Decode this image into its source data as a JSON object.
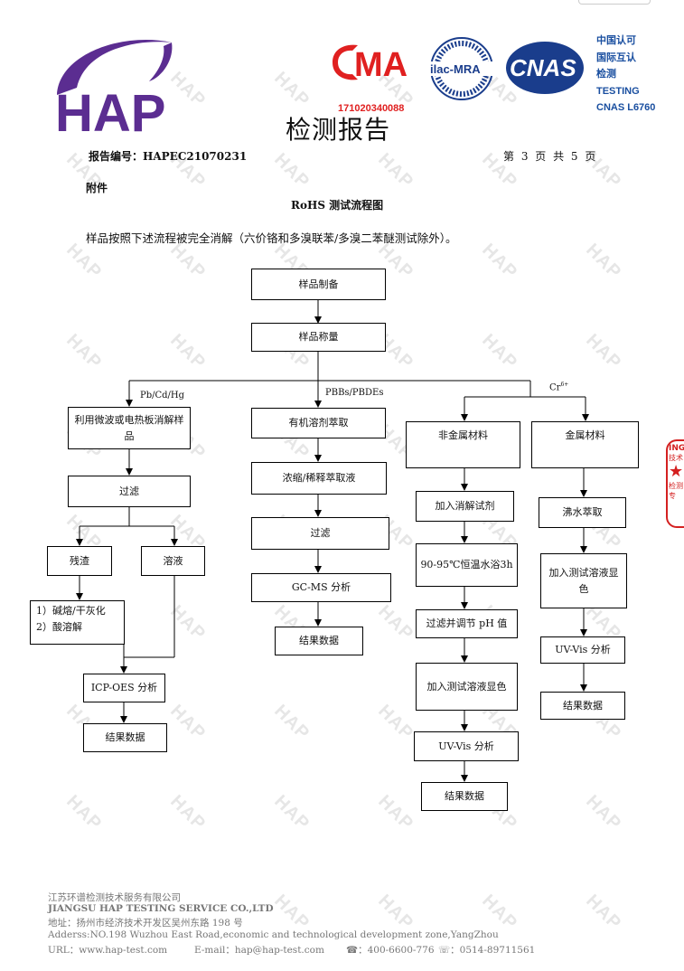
{
  "header": {
    "logo_text": "HAP",
    "cma_text": "MA",
    "cma_number": "171020340088",
    "ilac_text": "ilac-MRA",
    "cnas_text": "CNAS",
    "accreditation_lines": [
      "中国认可",
      "国际互认",
      "检测",
      "TESTING",
      "CNAS L6760"
    ],
    "title": "检测报告"
  },
  "report": {
    "number_label": "报告编号：HAPEC21070231",
    "page_info": "第 3 页 共 5 页",
    "section": "附件",
    "chart_title": "RoHS  测试流程图",
    "intro": "样品按照下述流程被完全消解（六价铬和多溴联苯/多溴二苯醚测试除外）。"
  },
  "flow": {
    "sample_prep": "样品制备",
    "sample_weigh": "样品称量",
    "branch_labels": {
      "pb": "Pb/Cd/Hg",
      "pbb": "PBBs/PBDEs",
      "cr": "Cr",
      "cr_sup": "6+"
    },
    "left": {
      "digest": "利用微波或电热板消解样品",
      "filter": "过滤",
      "residue": "残渣",
      "solution": "溶液",
      "residue_steps": [
        "1）碱熔/干灰化",
        "2）酸溶解"
      ],
      "icp": "ICP-OES 分析",
      "result": "结果数据"
    },
    "middle": {
      "extract": "有机溶剂萃取",
      "concentrate": "浓缩/稀释萃取液",
      "filter": "过滤",
      "gcms": "GC-MS 分析",
      "result": "结果数据"
    },
    "cr_nonmetal": {
      "title": "非金属材料",
      "add_reagent": "加入消解试剂",
      "bath": "90-95℃恒温水浴3h",
      "filter_ph": "过滤并调节 pH 值",
      "add_color": "加入测试溶液显色",
      "uv": "UV-Vis 分析",
      "result": "结果数据"
    },
    "cr_metal": {
      "title": "金属材料",
      "boil": "沸水萃取",
      "add_color": "加入测试溶液显色",
      "uv": "UV-Vis 分析",
      "result": "结果数据"
    }
  },
  "footer": {
    "company_cn": "江苏环谱检测技术服务有限公司",
    "company_en": "JIANGSU HAP TESTING SERVICE CO.,LTD",
    "address_cn": "地址：扬州市经济技术开发区吴州东路 198 号",
    "address_en": "Adderss:NO.198 Wuzhou East Road,economic and technological development zone,YangZhou",
    "url": "URL：www.hap-test.com",
    "email": "E-mail：hap@hap-test.com",
    "phone": "：400-6600-776",
    "fax": "：0514-89711561"
  },
  "side_stamp": {
    "line1": "ING",
    "line2": "技术",
    "line3": "检测专"
  },
  "colors": {
    "brand_purple": "#5b2d91",
    "cma_red": "#e02020",
    "cnas_blue": "#1a3d8c",
    "accent_red": "#d42020",
    "accred_blue": "#1a4fa0"
  }
}
